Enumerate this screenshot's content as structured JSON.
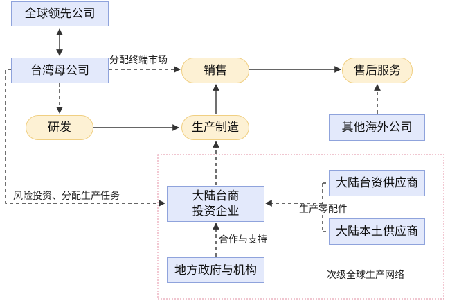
{
  "nodes": {
    "global_company": "全球领先公司",
    "taiwan_parent": "台湾母公司",
    "sales": "销售",
    "after_sales": "售后服务",
    "rnd": "研发",
    "manufacturing": "生产制造",
    "other_overseas": "其他海外公司",
    "mainland_taiwan_enterprise_line1": "大陆台商",
    "mainland_taiwan_enterprise_line2": "投资企业",
    "mainland_taiwan_suppliers": "大陆台资供应商",
    "mainland_local_suppliers": "大陆本土供应商",
    "local_government": "地方政府与机构"
  },
  "edge_labels": {
    "distribute_markets": "分配终端市场",
    "risk_investment": "风险投资、分配生产任务",
    "components": "生产零配件",
    "cooperation": "合作与支持"
  },
  "region_label": "次级全球生产网络",
  "colors": {
    "rect_fill": "#e3e9fb",
    "rect_border": "#8fa3dc",
    "pill_fill": "#fdf1d4",
    "pill_border": "#f0cf82",
    "region_border": "#e8a3b3",
    "edge": "#333333"
  }
}
